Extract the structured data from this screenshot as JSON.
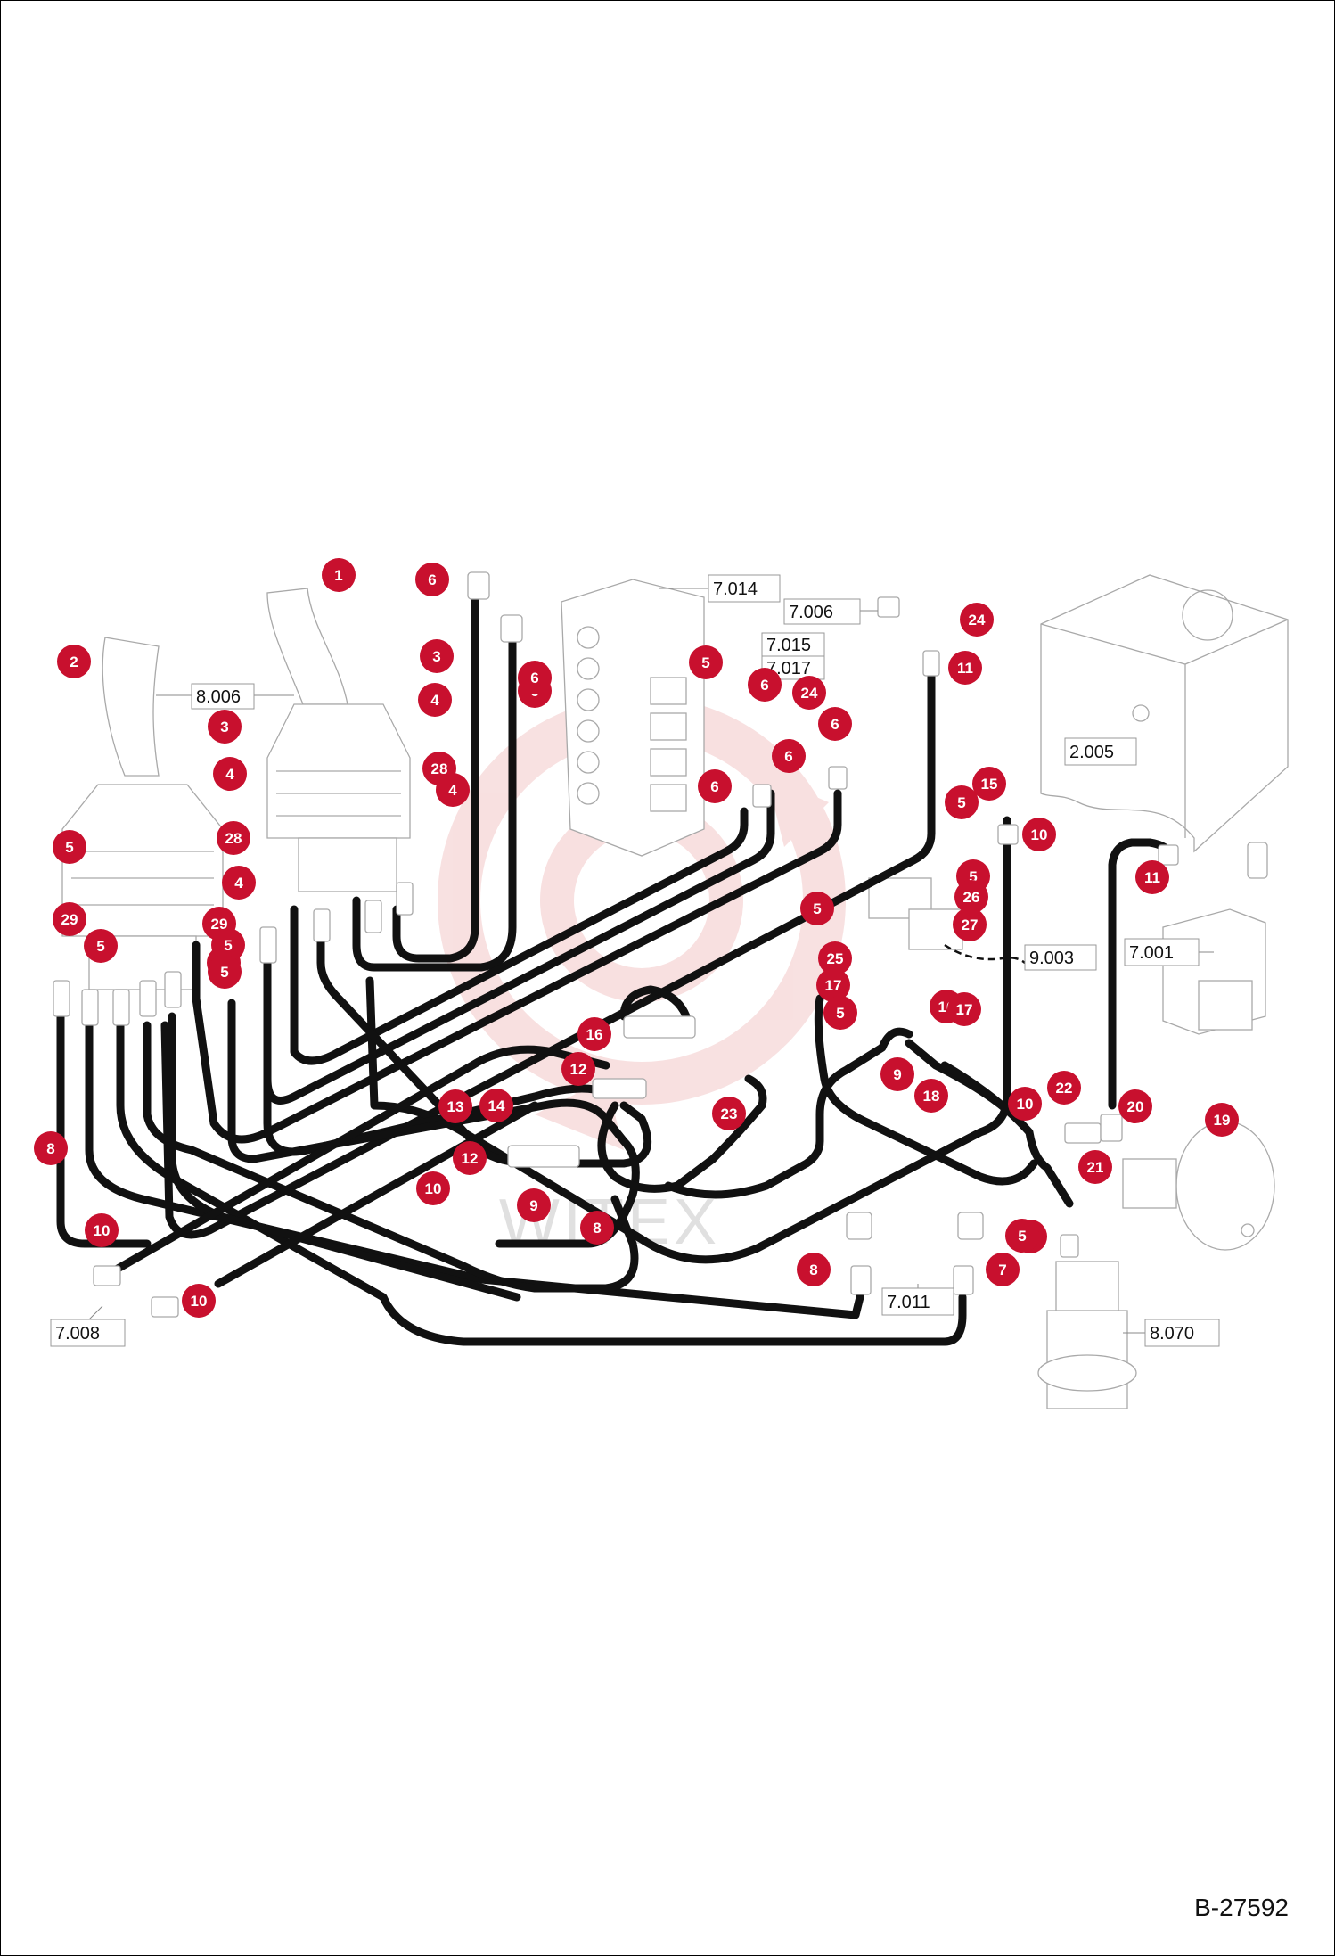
{
  "document_code": "B-27592",
  "watermark": "WITEX",
  "colors": {
    "callout": "#c8102e",
    "hose": "#111111",
    "ghost": "#a9a9a9",
    "watermark": "#f3c8c8"
  },
  "references": [
    {
      "id": "ref-8006",
      "label": "8.006"
    },
    {
      "id": "ref-7014",
      "label": "7.014"
    },
    {
      "id": "ref-7006",
      "label": "7.006"
    },
    {
      "id": "ref-7015",
      "label": "7.015"
    },
    {
      "id": "ref-7017",
      "label": "7.017"
    },
    {
      "id": "ref-2005",
      "label": "2.005"
    },
    {
      "id": "ref-9003",
      "label": "9.003"
    },
    {
      "id": "ref-7001",
      "label": "7.001"
    },
    {
      "id": "ref-7008",
      "label": "7.008"
    },
    {
      "id": "ref-7011",
      "label": "7.011"
    },
    {
      "id": "ref-8070",
      "label": "8.070"
    }
  ],
  "callouts": [
    {
      "n": "1"
    },
    {
      "n": "2"
    },
    {
      "n": "6"
    },
    {
      "n": "6"
    },
    {
      "n": "3"
    },
    {
      "n": "4"
    },
    {
      "n": "3"
    },
    {
      "n": "4"
    },
    {
      "n": "28"
    },
    {
      "n": "4"
    },
    {
      "n": "6"
    },
    {
      "n": "6"
    },
    {
      "n": "5"
    },
    {
      "n": "6"
    },
    {
      "n": "24"
    },
    {
      "n": "6"
    },
    {
      "n": "6"
    },
    {
      "n": "24"
    },
    {
      "n": "11"
    },
    {
      "n": "5"
    },
    {
      "n": "15"
    },
    {
      "n": "10"
    },
    {
      "n": "11"
    },
    {
      "n": "5"
    },
    {
      "n": "28"
    },
    {
      "n": "4"
    },
    {
      "n": "29"
    },
    {
      "n": "29"
    },
    {
      "n": "5"
    },
    {
      "n": "29"
    },
    {
      "n": "5"
    },
    {
      "n": "5"
    },
    {
      "n": "5"
    },
    {
      "n": "5"
    },
    {
      "n": "26"
    },
    {
      "n": "27"
    },
    {
      "n": "25"
    },
    {
      "n": "17"
    },
    {
      "n": "16"
    },
    {
      "n": "5"
    },
    {
      "n": "17"
    },
    {
      "n": "16"
    },
    {
      "n": "12"
    },
    {
      "n": "9"
    },
    {
      "n": "18"
    },
    {
      "n": "23"
    },
    {
      "n": "8"
    },
    {
      "n": "13"
    },
    {
      "n": "14"
    },
    {
      "n": "12"
    },
    {
      "n": "10"
    },
    {
      "n": "9"
    },
    {
      "n": "8"
    },
    {
      "n": "8"
    },
    {
      "n": "10"
    },
    {
      "n": "22"
    },
    {
      "n": "20"
    },
    {
      "n": "19"
    },
    {
      "n": "21"
    },
    {
      "n": "10"
    },
    {
      "n": "10"
    },
    {
      "n": "7"
    },
    {
      "n": "7"
    },
    {
      "n": "5"
    }
  ]
}
